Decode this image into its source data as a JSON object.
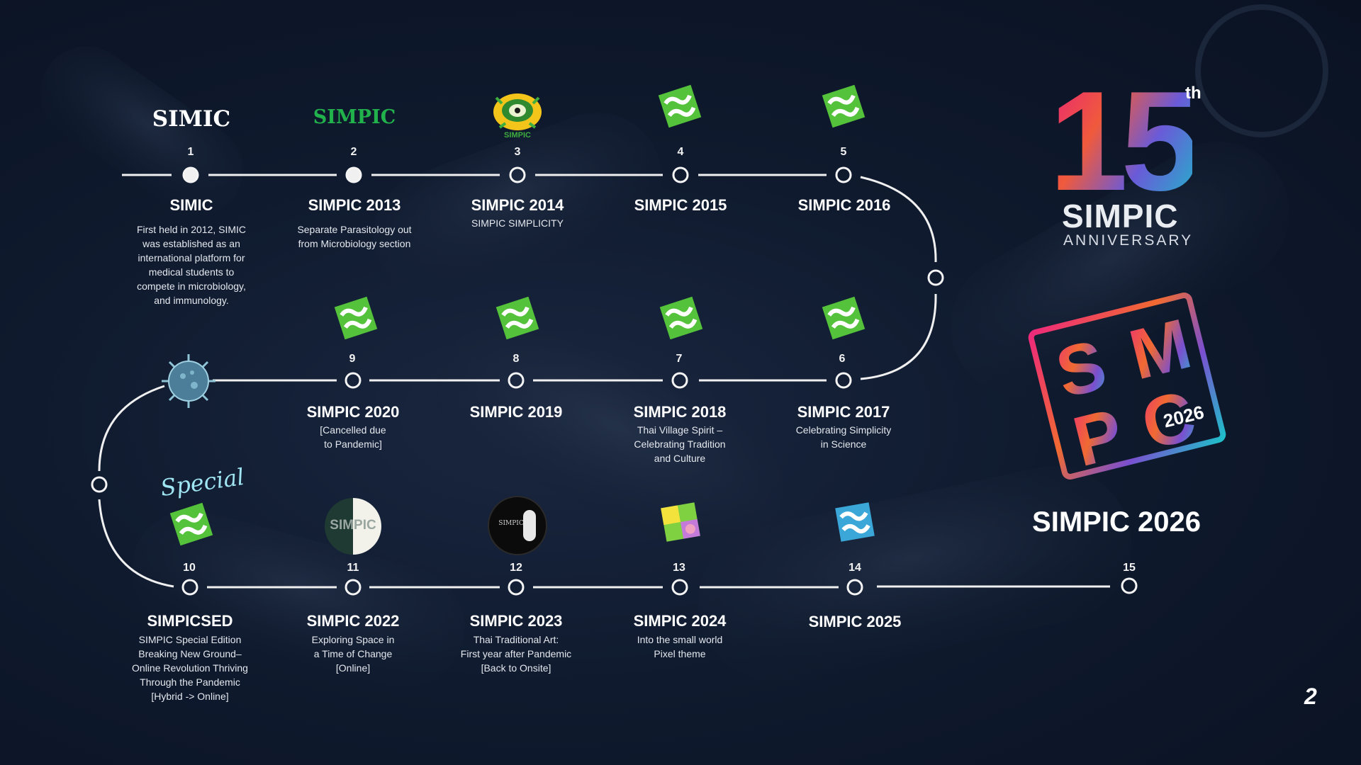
{
  "anniversary": {
    "number": "15",
    "suffix": "th",
    "title": "SIMPIC",
    "subtitle": "ANNIVERSARY"
  },
  "edition_logo": {
    "letters": [
      "S",
      "M",
      "P",
      "C"
    ],
    "year": "2026"
  },
  "edition_title": "SIMPIC 2026",
  "page_number": "2",
  "special_label": "Special",
  "logos": {
    "simic": "SIMIC",
    "simpic": "SIMPIC",
    "simpic_small": "SIMPIC",
    "simpic_circle": "SIMPIC",
    "simpic_tiny": "SIMPIC"
  },
  "timeline": [
    {
      "num": "1",
      "title": "SIMIC",
      "desc": "First held in 2012, SIMIC\nwas established as an\ninternational platform for\nmedical students to\ncompete in microbiology,\nand immunology."
    },
    {
      "num": "2",
      "title": "SIMPIC 2013",
      "desc": "Separate Parasitology out\nfrom Microbiology section"
    },
    {
      "num": "3",
      "title": "SIMPIC 2014",
      "desc": "SIMPIC SIMPLICITY"
    },
    {
      "num": "4",
      "title": "SIMPIC 2015",
      "desc": ""
    },
    {
      "num": "5",
      "title": "SIMPIC 2016",
      "desc": ""
    },
    {
      "num": "6",
      "title": "SIMPIC 2017",
      "desc": "Celebrating Simplicity\nin Science"
    },
    {
      "num": "7",
      "title": "SIMPIC 2018",
      "desc": "Thai Village Spirit –\nCelebrating Tradition\nand Culture"
    },
    {
      "num": "8",
      "title": "SIMPIC 2019",
      "desc": ""
    },
    {
      "num": "9",
      "title": "SIMPIC 2020",
      "desc": "[Cancelled due\nto Pandemic]"
    },
    {
      "num": "10",
      "title": "SIMPICSED",
      "desc": "SIMPIC Special Edition\nBreaking New Ground–\nOnline Revolution Thriving\nThrough the Pandemic\n[Hybrid -> Online]"
    },
    {
      "num": "11",
      "title": "SIMPIC 2022",
      "desc": "Exploring Space in\na Time of Change\n[Online]"
    },
    {
      "num": "12",
      "title": "SIMPIC 2023",
      "desc": "Thai Traditional Art:\nFirst year after Pandemic\n[Back to Onsite]"
    },
    {
      "num": "13",
      "title": "SIMPIC 2024",
      "desc": "Into the small world\nPixel theme"
    },
    {
      "num": "14",
      "title": "SIMPIC 2025",
      "desc": ""
    },
    {
      "num": "15",
      "title": "",
      "desc": ""
    }
  ]
}
